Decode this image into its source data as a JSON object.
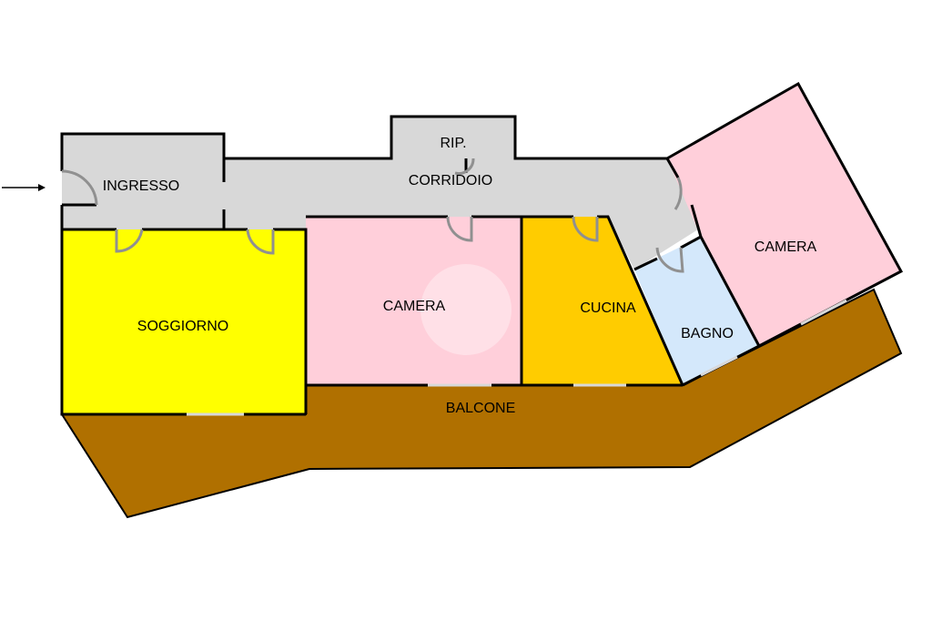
{
  "colors": {
    "corridor": "#d8d8d8",
    "living": "#ffff00",
    "bedroom": "#ffcfda",
    "kitchen": "#ffcc00",
    "bathroom": "#d4e8fb",
    "balcony": "#b07000",
    "walls": "#000000"
  },
  "rooms": {
    "ingresso": "INGRESSO",
    "corridoio": "CORRIDOIO",
    "ripostiglio": "RIP.",
    "soggiorno": "SOGGIORNO",
    "camera_center": "CAMERA",
    "cucina": "CUCINA",
    "bagno": "BAGNO",
    "camera_right": "CAMERA",
    "balcone": "BALCONE"
  },
  "entrance_arrow": "arrow-right-icon"
}
